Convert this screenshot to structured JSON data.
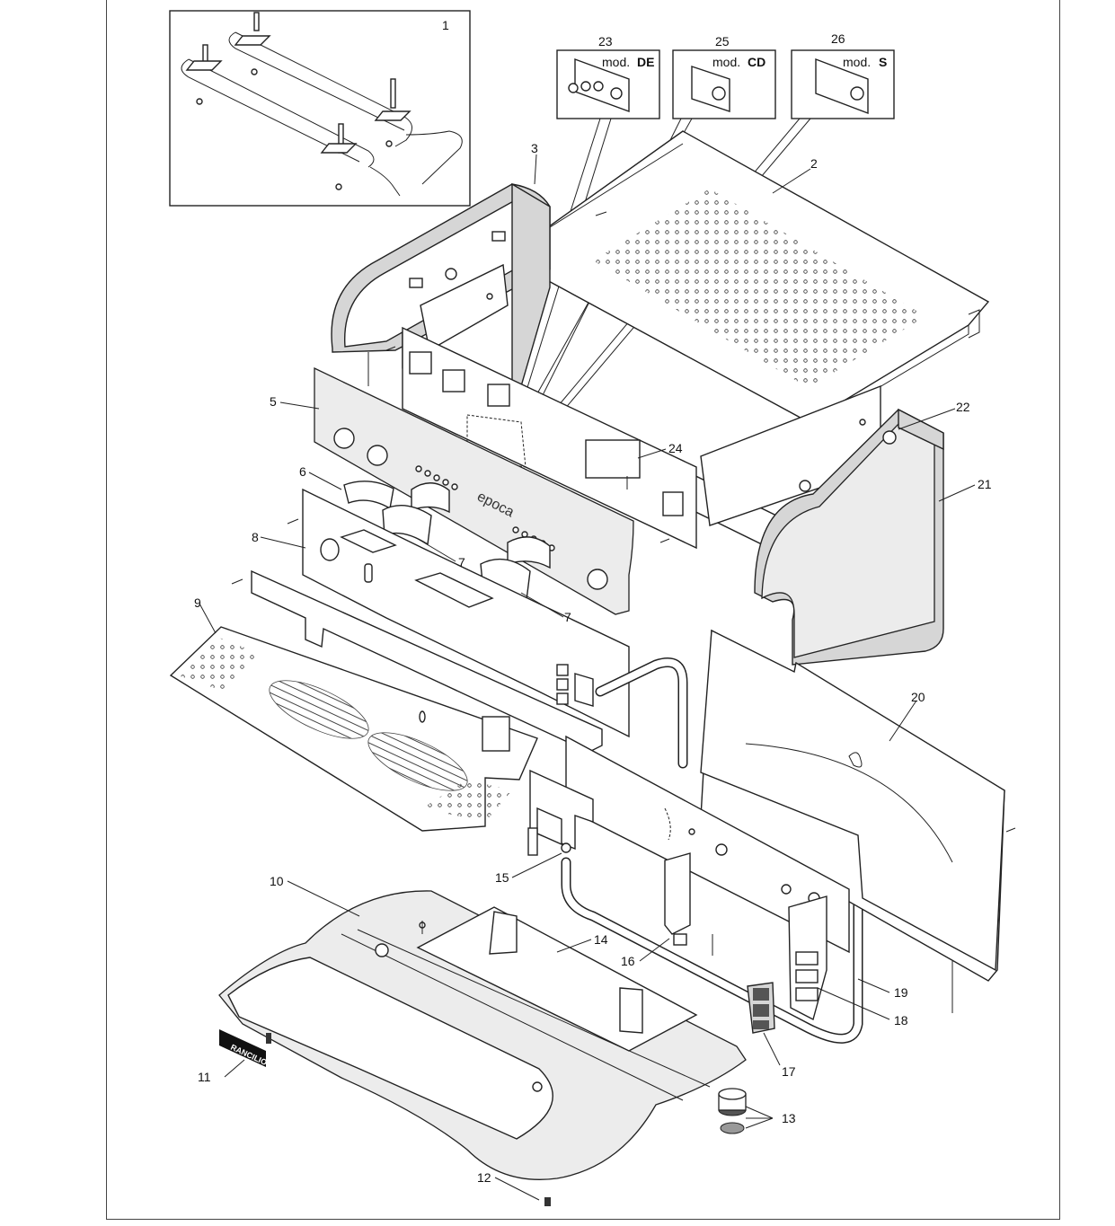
{
  "diagram": {
    "part_labels": {
      "p1": "1",
      "p2": "2",
      "p3": "3",
      "p5": "5",
      "p6": "6",
      "p7a": "7",
      "p7b": "7",
      "p8": "8",
      "p9": "9",
      "p10": "10",
      "p11": "11",
      "p12": "12",
      "p13": "13",
      "p14": "14",
      "p15": "15",
      "p16": "16",
      "p17": "17",
      "p18": "18",
      "p19": "19",
      "p20": "20",
      "p21": "21",
      "p22": "22",
      "p23": "23",
      "p24": "24",
      "p25": "25",
      "p26": "26"
    },
    "variants": {
      "de": {
        "prefix": "mod.",
        "code": "DE"
      },
      "cd": {
        "prefix": "mod.",
        "code": "CD"
      },
      "s": {
        "prefix": "mod.",
        "code": "S"
      }
    },
    "panel_text": "epoca",
    "badge_text": "RANCILIO"
  }
}
